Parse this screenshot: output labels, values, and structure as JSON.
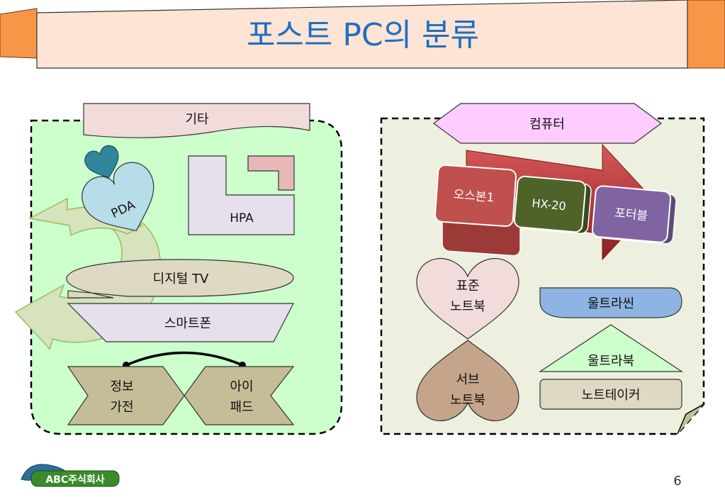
{
  "slide": {
    "title": "포스트 PC의 분류",
    "page_number": "6",
    "logo_text": "ABC주식회사"
  },
  "left_group": {
    "header": "기타",
    "items": {
      "pda": "PDA",
      "hpa": "HPA",
      "digital_tv": "디지털 TV",
      "smartphone": "스마트폰",
      "info_appliance_line1": "정보",
      "info_appliance_line2": "가전",
      "ipad_line1": "아이",
      "ipad_line2": "패드"
    }
  },
  "right_group": {
    "header": "컴퓨터",
    "arrow_items": [
      "오스본1",
      "HX-20",
      "포터블"
    ],
    "standard_notebook_line1": "표준",
    "standard_notebook_line2": "노트북",
    "sub_notebook_line1": "서브",
    "sub_notebook_line2": "노트북",
    "ultrathin": "울트라씬",
    "ultrabook": "울트라북",
    "notetaker": "노트테이커"
  },
  "colors": {
    "title_text": "#1f6fc0",
    "title_bg": "#fde4d4",
    "title_accent": "#f79646",
    "left_bg": "#ccffcc",
    "right_bg": "#eef0df",
    "osborne": "#c0504d",
    "hx20": "#4f6228",
    "portable": "#8064a2",
    "ultrathin": "#8db4e2",
    "ultrabook": "#ccffcc",
    "notetaker": "#ddd9c3"
  }
}
